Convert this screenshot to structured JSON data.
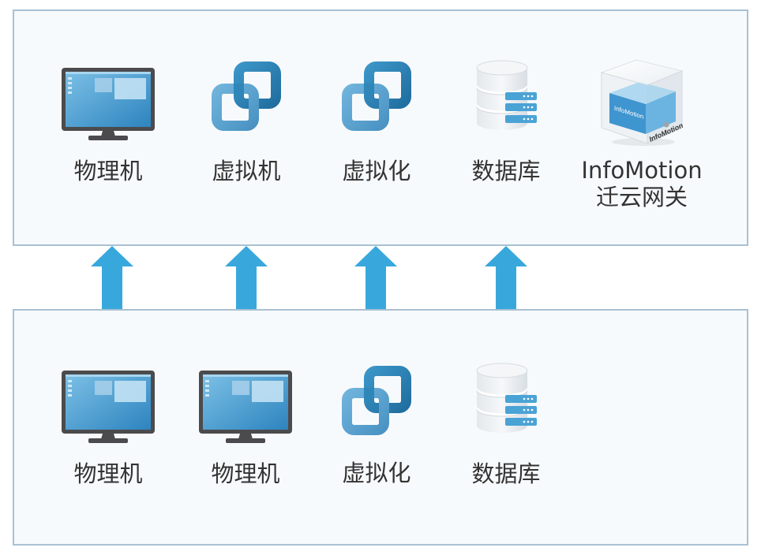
{
  "colors": {
    "panel_background": "#f7fafc",
    "panel_border": "#a9c1d3",
    "arrow": "#38a8dc",
    "label_text": "#333333",
    "monitor_bezel": "#4b4b4d",
    "vm_dark_blue": "#2a7fb2",
    "vm_light_blue": "#5ba3d0",
    "server_strip": "#4aa3d5"
  },
  "top_panel": {
    "items": [
      {
        "icon": "monitor-icon",
        "label": "物理机"
      },
      {
        "icon": "virtual-machine-icon",
        "label": "虚拟机"
      },
      {
        "icon": "virtualization-icon",
        "label": "虚拟化"
      },
      {
        "icon": "database-icon",
        "label": "数据库"
      },
      {
        "icon": "infomotion-gateway-icon",
        "label_line1": "InfoMotion",
        "label_line2": "迁云网关",
        "logo_text": "InfoMotion"
      }
    ]
  },
  "arrows": [
    {
      "icon": "arrow-up-icon"
    },
    {
      "icon": "arrow-up-icon"
    },
    {
      "icon": "arrow-up-icon"
    },
    {
      "icon": "arrow-up-icon"
    }
  ],
  "bottom_panel": {
    "items": [
      {
        "icon": "monitor-icon",
        "label": "物理机"
      },
      {
        "icon": "monitor-icon",
        "label": "物理机"
      },
      {
        "icon": "virtualization-icon",
        "label": "虚拟化"
      },
      {
        "icon": "database-icon",
        "label": "数据库"
      }
    ]
  }
}
